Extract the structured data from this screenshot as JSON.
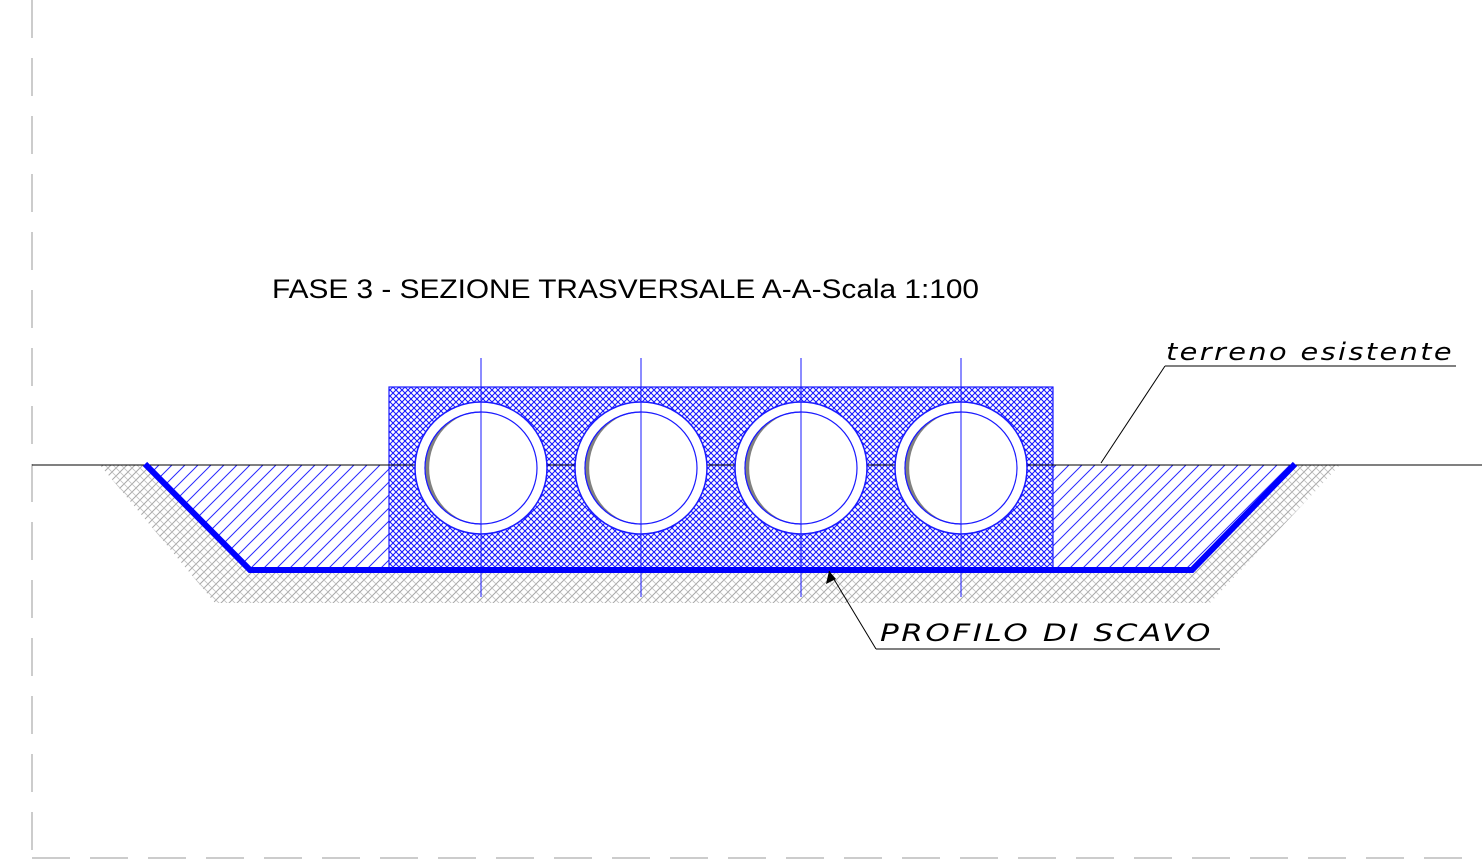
{
  "drawing": {
    "title": "FASE 3 - SEZIONE TRASVERSALE A-A-Scala 1:100",
    "label_ground": "terreno  esistente",
    "label_excavation": "PROFILO  DI  SCAVO"
  },
  "colors": {
    "background": "#ffffff",
    "line": "#000000",
    "blue": "#0000ff",
    "excavation_profile": "#0000ff",
    "concrete_hatch": "#1a1aff",
    "pipe_shadow": "#808080",
    "gravel": "#b0b0b0",
    "border_dash": "#9a9a9a"
  },
  "pipes": {
    "count": 4
  }
}
